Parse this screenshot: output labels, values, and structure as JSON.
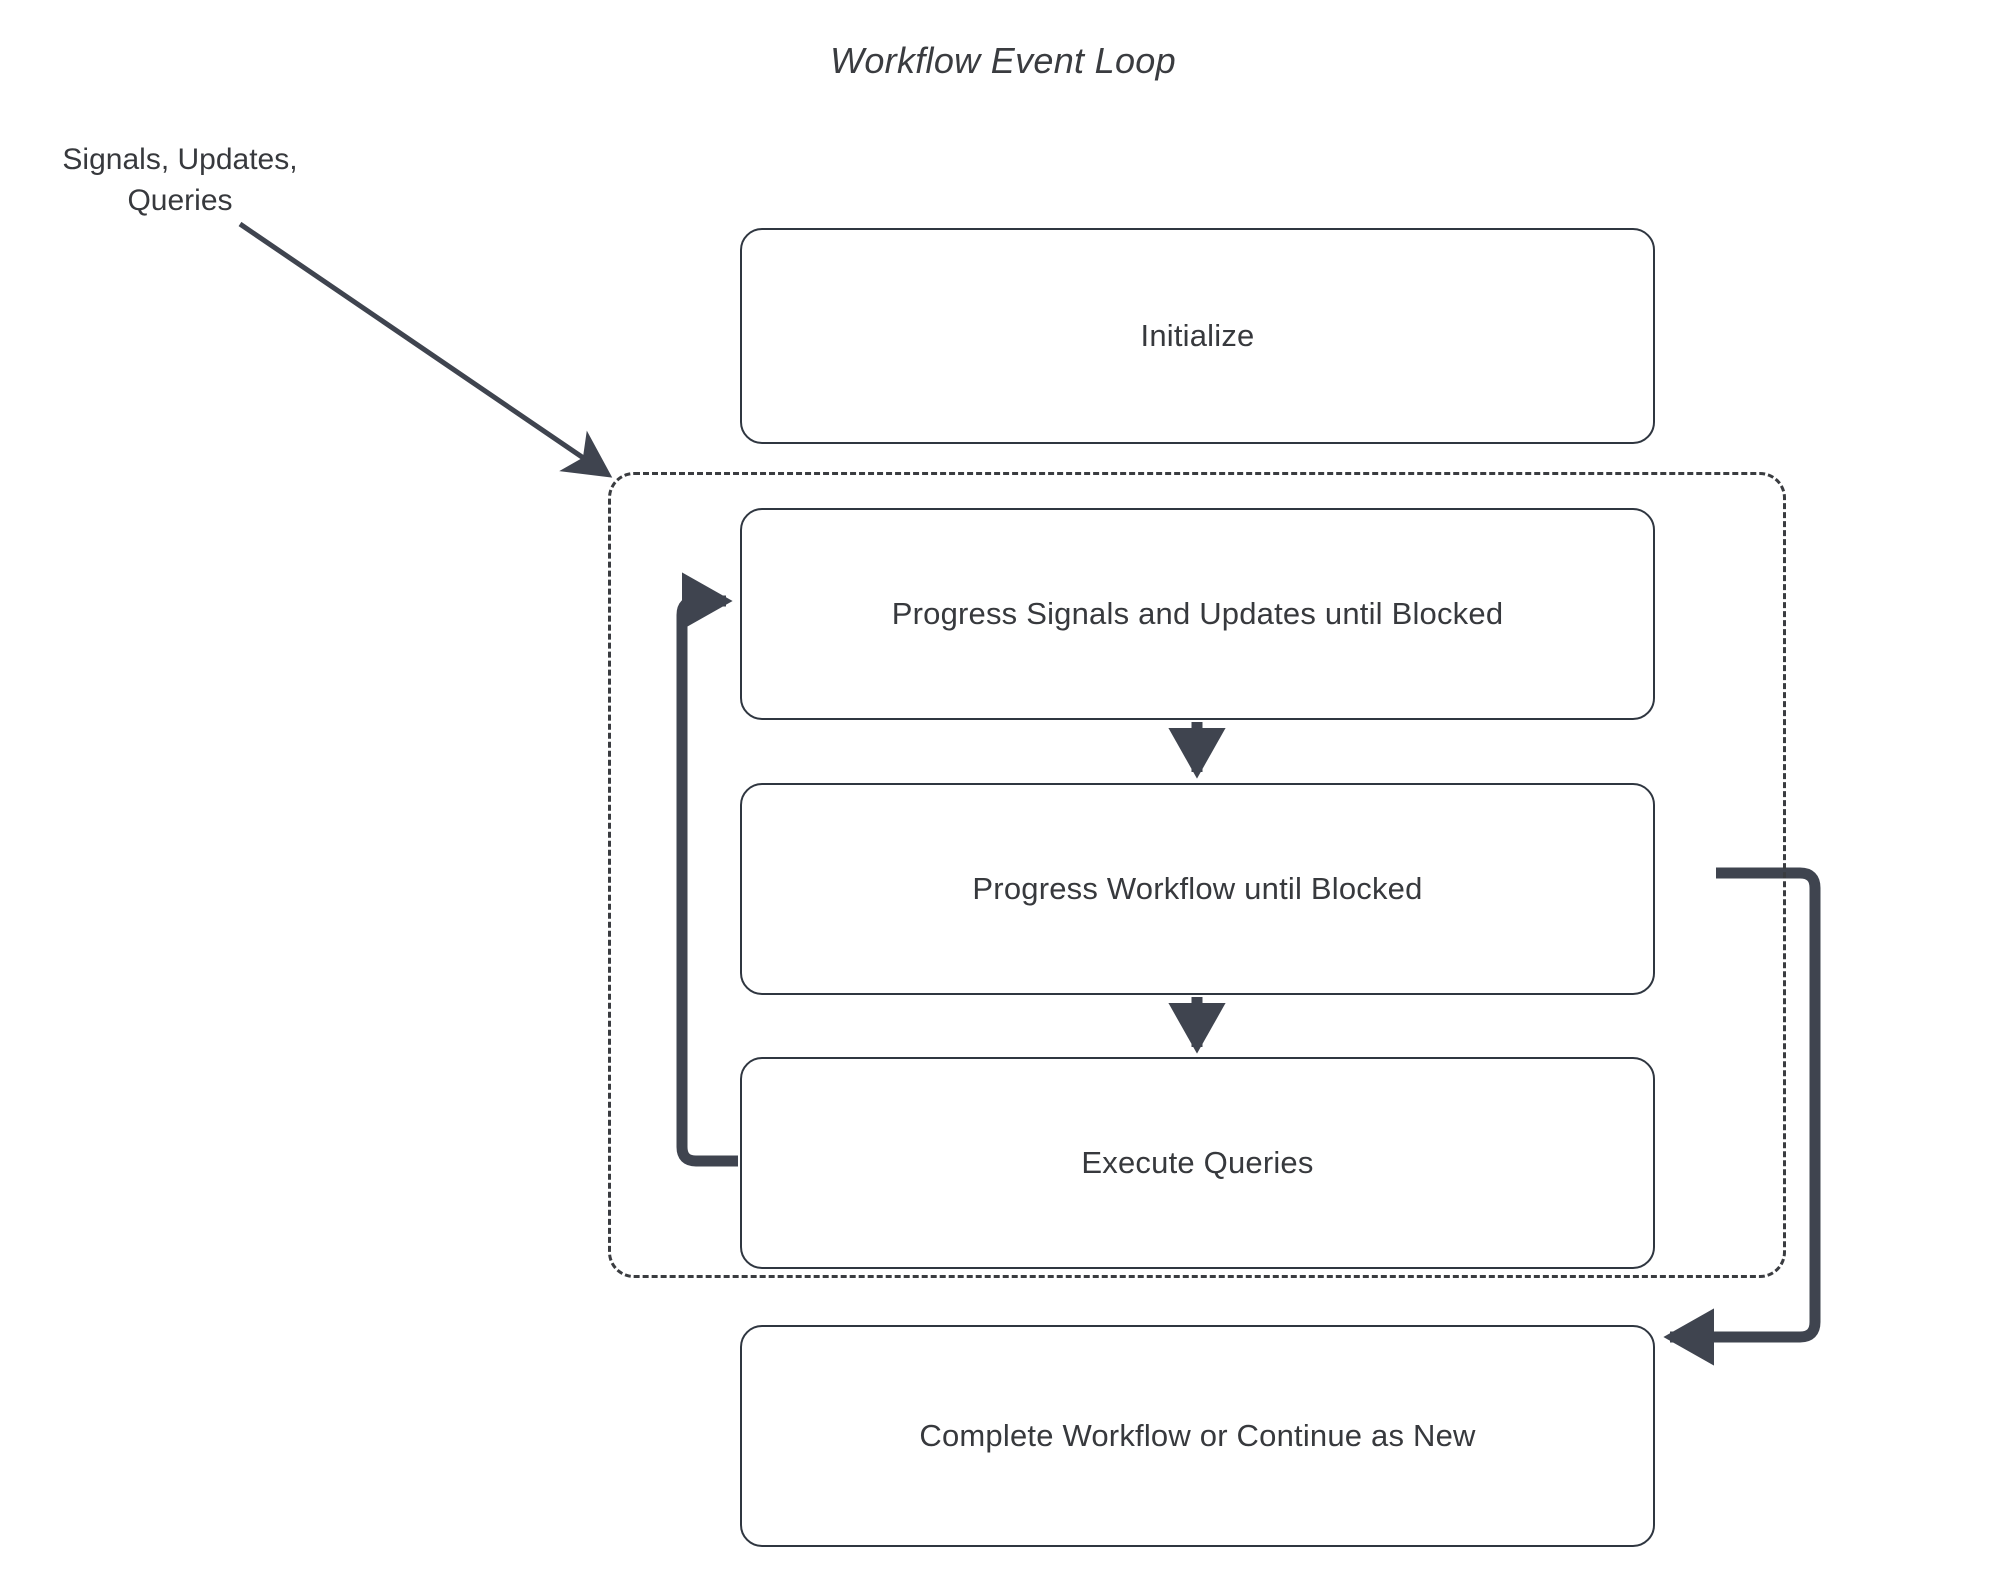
{
  "diagram": {
    "title": "Workflow Event Loop",
    "external_input_label": "Signals, Updates,\nQueries",
    "external_input_line1": "Signals, Updates,",
    "external_input_line2": "Queries",
    "colors": {
      "node_stroke": "#2f3640",
      "node_fill": "#ffffff",
      "text": "#37393d",
      "flow_arrow": "#3f444f",
      "dashed_region": "#3a3c40",
      "background": "#ffffff"
    },
    "nodes": [
      {
        "id": "initialize",
        "label": "Initialize"
      },
      {
        "id": "progress-signals",
        "label": "Progress Signals and Updates until Blocked"
      },
      {
        "id": "progress-workflow",
        "label": "Progress Workflow until Blocked"
      },
      {
        "id": "execute-queries",
        "label": "Execute Queries"
      },
      {
        "id": "complete",
        "label": "Complete Workflow or Continue as New"
      }
    ],
    "region": {
      "id": "event-loop-region",
      "style": "dashed",
      "label": ""
    },
    "edges": [
      {
        "id": "edge-external-input",
        "from": "Signals, Updates, Queries",
        "to": "event-loop-region",
        "style": "thin-diagonal"
      },
      {
        "id": "edge-signals-to-workflow",
        "from": "Progress Signals and Updates until Blocked",
        "to": "Progress Workflow until Blocked",
        "style": "thick-vertical"
      },
      {
        "id": "edge-workflow-to-queries",
        "from": "Progress Workflow until Blocked",
        "to": "Execute Queries",
        "style": "thick-vertical"
      },
      {
        "id": "edge-queries-loopback",
        "from": "Execute Queries",
        "to": "Progress Signals and Updates until Blocked",
        "style": "thick-left-loop"
      },
      {
        "id": "edge-region-to-complete",
        "from": "event-loop-region",
        "to": "Complete Workflow or Continue as New",
        "style": "thick-right-loop"
      }
    ]
  }
}
